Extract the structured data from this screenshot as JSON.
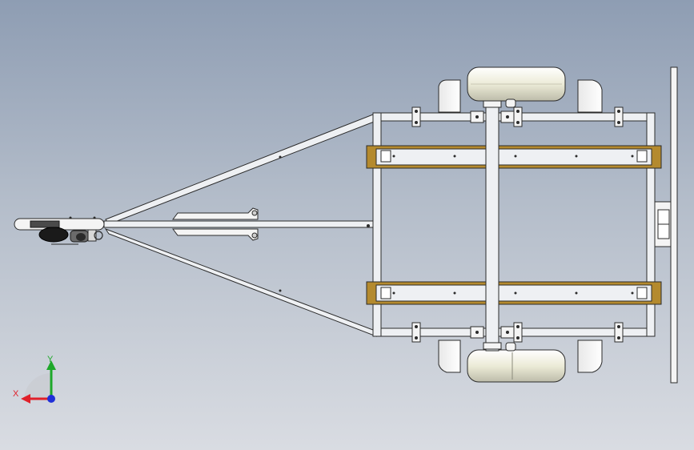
{
  "viewport": {
    "background_top": "#8e9db3",
    "background_bottom": "#d9dce2"
  },
  "model": {
    "description_name": "boat-trailer-top-view",
    "frame_color": "#eef0f3",
    "edge_color": "#2b2b2b",
    "bunk_color": "#b48a2e",
    "tire_color": "#ecebd7"
  },
  "triad": {
    "x_label": "X",
    "y_label": "Y",
    "x_color": "#e0202a",
    "y_color": "#1ea82a",
    "z_color": "#1f2fd8"
  }
}
